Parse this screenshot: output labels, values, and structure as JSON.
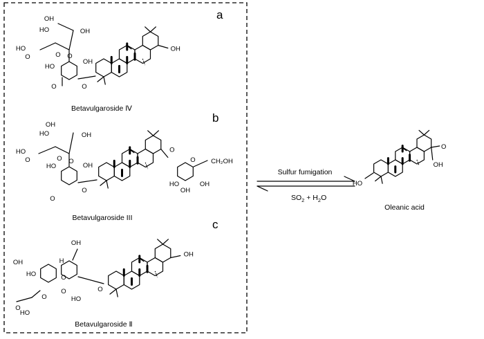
{
  "panels": [
    {
      "letter": "a",
      "caption": "Betavulgaroside Ⅳ"
    },
    {
      "letter": "b",
      "caption": "Betavulgaroside III"
    },
    {
      "letter": "c",
      "caption": "Betavulgaroside Ⅱ"
    }
  ],
  "product": {
    "caption": "Oleanic acid"
  },
  "reaction": {
    "forward_label": "Sulfur fumigation",
    "reverse_label_main": "SO",
    "reverse_label_sub1": "2",
    "reverse_label_plus": " + H",
    "reverse_label_sub2": "2",
    "reverse_label_end": "O"
  },
  "atoms": {
    "a": [
      "OH",
      "HO",
      "HO",
      "O",
      "O",
      "HO",
      "OH",
      "O",
      "O",
      "O",
      "OH"
    ],
    "b": [
      "OH",
      "HO",
      "HO",
      "O",
      "O",
      "HO",
      "OH",
      "O",
      "O",
      "O",
      "O",
      "O",
      "HO",
      "OH",
      "OH",
      "CH₂OH"
    ],
    "c": [
      "OH",
      "HO",
      "HO",
      "HO",
      "H",
      "O",
      "O",
      "O",
      "O",
      "O",
      "OH",
      "OH",
      "O",
      "HO",
      "O"
    ],
    "product": [
      "HO",
      "O",
      "OH"
    ]
  }
}
